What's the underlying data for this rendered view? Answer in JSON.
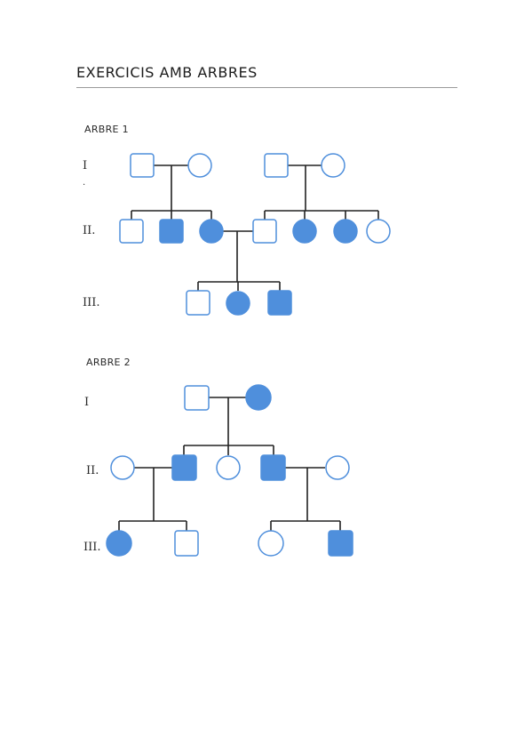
{
  "page": {
    "title": "EXERCICIS AMB ARBRES"
  },
  "tree1": {
    "label": "ARBRE 1",
    "generations": [
      "I",
      "II.",
      "III."
    ],
    "stray_mark": "."
  },
  "tree2": {
    "label": "ARBRE 2",
    "generations": [
      "I",
      "II.",
      "III."
    ]
  },
  "colors": {
    "affected": "#4f8fdc",
    "unaffected_stroke": "#4f8fdc",
    "unaffected_fill": "#ffffff",
    "line": "#222222"
  },
  "pedigree": {
    "tree1": {
      "gen1": [
        "male",
        "female",
        "male",
        "female"
      ],
      "gen2": [
        "male",
        "male-affected",
        "female-affected",
        "male",
        "female-affected",
        "female-affected",
        "female"
      ],
      "gen3": [
        "male",
        "female-affected",
        "male-affected"
      ]
    },
    "tree2": {
      "gen1": [
        "male",
        "female-affected"
      ],
      "gen2": [
        "female",
        "male-affected",
        "female",
        "male-affected",
        "female"
      ],
      "gen3": [
        "female-affected",
        "male",
        "female",
        "male-affected"
      ]
    }
  }
}
